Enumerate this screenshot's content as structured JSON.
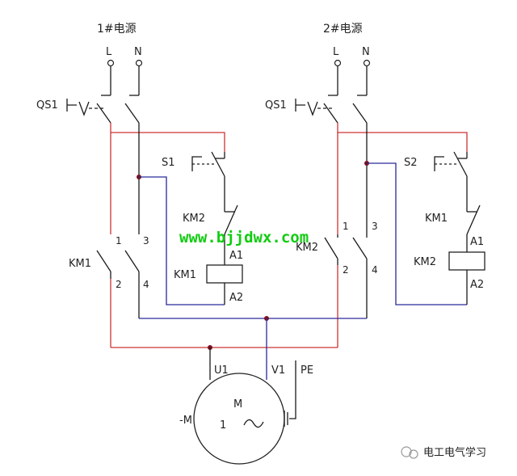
{
  "source1": {
    "title": "1#电源",
    "L": "L",
    "N": "N",
    "switch": "QS1",
    "button": "S1",
    "contact_label": "KM2",
    "coil_label": "KM1",
    "a1": "A1",
    "a2": "A2",
    "km": "KM1",
    "p1": "1",
    "p2": "2",
    "p3": "3",
    "p4": "4"
  },
  "source2": {
    "title": "2#电源",
    "L": "L",
    "N": "N",
    "switch": "QS1",
    "button": "S2",
    "contact_label": "KM1",
    "coil_label": "KM2",
    "a1": "A1",
    "a2": "A2",
    "km": "KM2",
    "p1": "1",
    "p2": "2",
    "p3": "3",
    "p4": "4"
  },
  "motor": {
    "tag": "-M",
    "name": "M",
    "number": "1",
    "u": "U1",
    "v": "V1",
    "pe": "PE"
  },
  "watermark": "www.bjjdwx.com",
  "brand": "电工电气学习",
  "colors": {
    "phase_wire": "#cc3333",
    "neutral_wire": "#2a2a9a",
    "node": "#7a1020",
    "watermark": "#11cc11"
  }
}
